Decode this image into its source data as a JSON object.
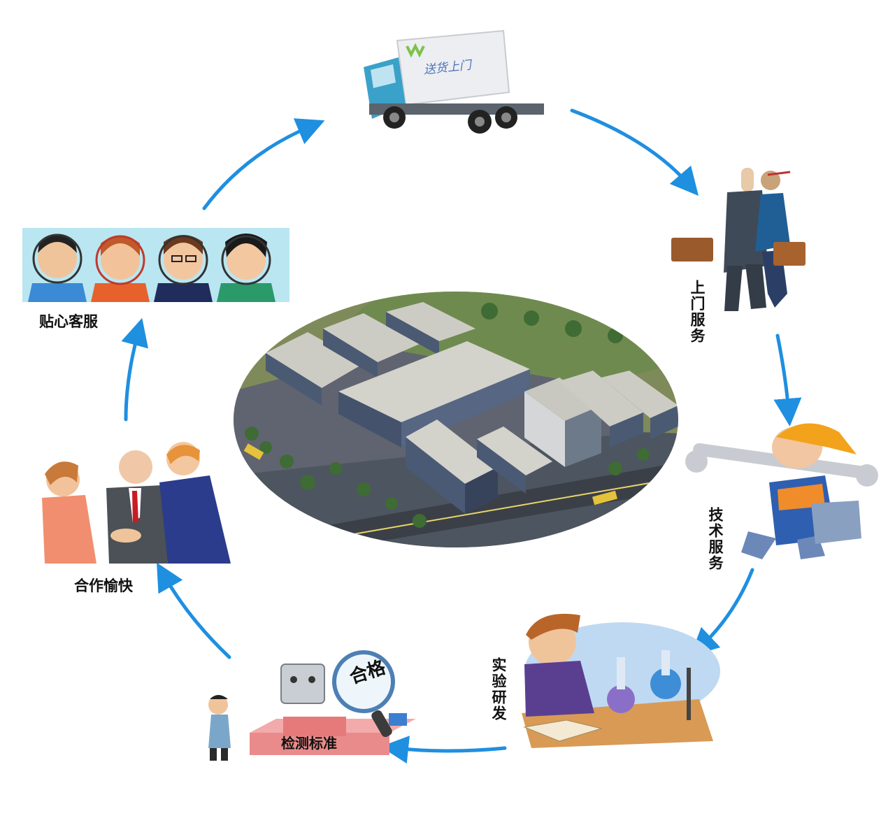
{
  "steps": {
    "delivery": {
      "truck_text": "送货上门"
    },
    "onsite": {
      "label": "上门服务"
    },
    "technical": {
      "label": "技术服务"
    },
    "research": {
      "label": "实验研发"
    },
    "testing": {
      "label": "检测标准",
      "badge": "合格"
    },
    "cooperate": {
      "label": "合作愉快"
    },
    "support": {
      "label": "贴心客服"
    }
  },
  "colors": {
    "arrow": "#1f8fe0",
    "support_bg": "#b9e6f1",
    "testing_box": "#e98b8b",
    "roof": "#c9c9c1",
    "building": "#4b5a73"
  }
}
